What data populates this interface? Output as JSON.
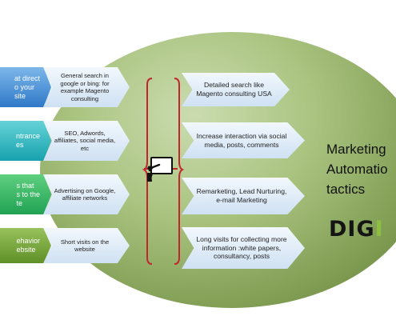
{
  "diagram": {
    "left_arrows": [
      {
        "text": "at direct\no your\nsite",
        "color": "blue"
      },
      {
        "text": "ntrance\nes",
        "color": "teal"
      },
      {
        "text": "s that\ns to the\nte",
        "color": "green"
      },
      {
        "text": "ehavior\nebsite",
        "color": "olive"
      }
    ],
    "middle_arrows": [
      "General search in google or bing:  for example Magento consulting",
      "SEO, Adwords, affiliates, social media, etc",
      "Advertising on Google, affiliate networks",
      "Short  visits on the website"
    ],
    "right_arrows": [
      "Detailed search like Magento consulting USA",
      "Increase interaction via social media, posts, comments",
      "Remarketing, Lead Nurturing, e-mail Marketing",
      "Long visits for collecting more information :white papers, consultancy, posts"
    ],
    "tactics_lines": [
      "Marketing",
      "Automatio",
      "tactics"
    ],
    "logo": {
      "main": "DIG",
      "accent": "I"
    },
    "center_icon": "presentation-board-icon",
    "colors": {
      "blue": "#2f79c8",
      "teal": "#17a2ae",
      "green": "#21a253",
      "olive": "#5f8f27",
      "ellipse": "#8cab5f",
      "brace": "#c0262e",
      "logo_accent": "#8cbf3f"
    }
  }
}
